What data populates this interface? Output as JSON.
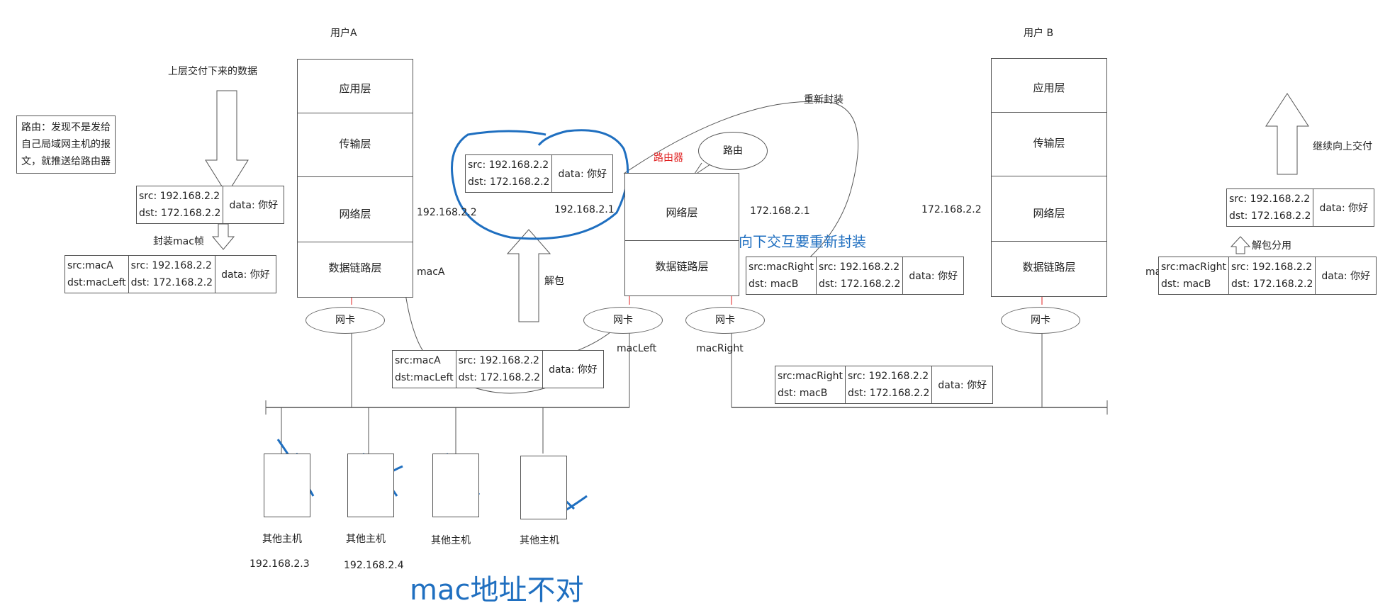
{
  "user_a": {
    "title": "用户A",
    "layers": [
      "应用层",
      "传输层",
      "网络层",
      "数据链路层"
    ],
    "ip": "192.168.2.2",
    "mac": "macA",
    "nic": "网卡"
  },
  "user_b": {
    "title": "用户 B",
    "layers": [
      "应用层",
      "传输层",
      "网络层",
      "数据链路层"
    ],
    "ip": "172.168.2.2",
    "mac": "macB",
    "nic": "网卡"
  },
  "router": {
    "title": "路由器",
    "bubble": "路由",
    "layers": [
      "网络层",
      "数据链路层"
    ],
    "ip_left": "192.168.2.1",
    "ip_right": "172.168.2.1",
    "nic_left": "网卡",
    "nic_right": "网卡",
    "mac_left": "macLeft",
    "mac_right": "macRight",
    "reencap": "重新封装",
    "down_note": "向下交互要重新封装"
  },
  "labels": {
    "upper_data": "上层交付下来的数据",
    "encap_mac": "封装mac帧",
    "unpack": "解包",
    "unpack_share": "解包分用",
    "deliver_up": "继续向上交付",
    "routing_note": [
      "路由：发现不是发给",
      "自己局域网主机的报",
      "文，就推送给路由器"
    ],
    "mac_wrong": "mac地址不对"
  },
  "packets": {
    "ip_a": {
      "src": "src: 192.168.2.2",
      "dst": "dst: 172.168.2.2",
      "data": "data: 你好"
    },
    "frame_a": {
      "smac": "src:macA",
      "dmac": "dst:macLeft",
      "src": "src: 192.168.2.2",
      "dst": "dst: 172.168.2.2",
      "data": "data: 你好"
    },
    "frame_bus": {
      "smac": "src:macA",
      "dmac": "dst:macLeft",
      "src": "src: 192.168.2.2",
      "dst": "dst: 172.168.2.2",
      "data": "data: 你好"
    },
    "ip_router": {
      "src": "src: 192.168.2.2",
      "dst": "dst: 172.168.2.2",
      "data": "data: 你好"
    },
    "frame_router": {
      "smac": "src:macRight",
      "dmac": "dst: macB",
      "src": "src: 192.168.2.2",
      "dst": "dst: 172.168.2.2",
      "data": "data: 你好"
    },
    "frame_bus_b": {
      "smac": "src:macRight",
      "dmac": "dst: macB",
      "src": "src: 192.168.2.2",
      "dst": "dst: 172.168.2.2",
      "data": "data: 你好"
    },
    "frame_b": {
      "smac": "src:macRight",
      "dmac": "dst: macB",
      "src": "src: 192.168.2.2",
      "dst": "dst: 172.168.2.2",
      "data": "data: 你好"
    },
    "ip_b": {
      "src": "src: 192.168.2.2",
      "dst": "dst: 172.168.2.2",
      "data": "data: 你好"
    }
  },
  "hosts": [
    {
      "label": "其他主机",
      "ip": "192.168.2.3"
    },
    {
      "label": "其他主机",
      "ip": "192.168.2.4"
    },
    {
      "label": "其他主机",
      "ip": ""
    },
    {
      "label": "其他主机",
      "ip": ""
    }
  ],
  "colors": {
    "annotation_blue": "#1f6fc0",
    "router_red": "#e02020",
    "line": "#555555"
  }
}
